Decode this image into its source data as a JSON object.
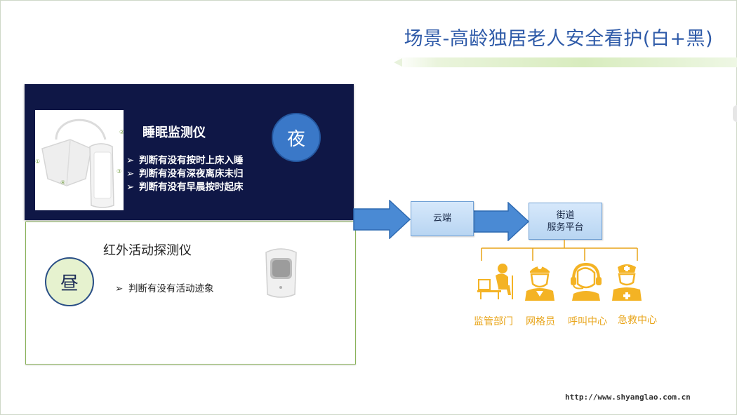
{
  "slide": {
    "title": "场景-高龄独居老人安全看护(白+黑)",
    "footer_url": "http://www.shyanglao.com.cn"
  },
  "night_panel": {
    "badge": "夜",
    "device_name": "睡眠监测仪",
    "items": [
      "判断有没有按时上床入睡",
      "判断有没有深夜离床未归",
      "判断有没有早晨按时起床"
    ],
    "bullet": "➢",
    "photo_markers": [
      "①",
      "②",
      "③",
      "④"
    ]
  },
  "day_panel": {
    "badge": "昼",
    "device_name": "红外活动探测仪",
    "items": [
      "判断有没有活动迹象"
    ],
    "bullet": "➢"
  },
  "flow": {
    "cloud_label": "云端",
    "street_line1": "街道",
    "street_line2": "服务平台"
  },
  "receivers": [
    {
      "label": "监管部门",
      "icon": "supervisor-desk-icon"
    },
    {
      "label": "网格员",
      "icon": "grid-worker-icon"
    },
    {
      "label": "呼叫中心",
      "icon": "call-center-headset-icon"
    },
    {
      "label": "急救中心",
      "icon": "nurse-icon"
    }
  ],
  "colors": {
    "title_blue": "#2e5aa8",
    "night_bg": "#0f1746",
    "badge_blue": "#3a78c8",
    "day_badge_green": "#e6f2cf",
    "icon_orange": "#f4b324",
    "label_orange": "#e8a418",
    "arrow_blue": "#4a8ad4"
  }
}
